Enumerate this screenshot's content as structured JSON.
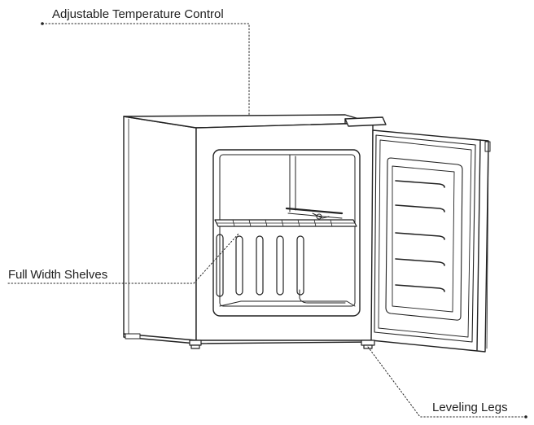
{
  "diagram": {
    "subject": "compact refrigerator with open door",
    "line_color": "#222222",
    "background": "#ffffff",
    "callouts": {
      "temperature_control": "Adjustable Temperature Control",
      "shelves_part1": "Full Width",
      "shelves_part2": "Shelves",
      "leveling_legs": "Leveling Legs"
    }
  }
}
